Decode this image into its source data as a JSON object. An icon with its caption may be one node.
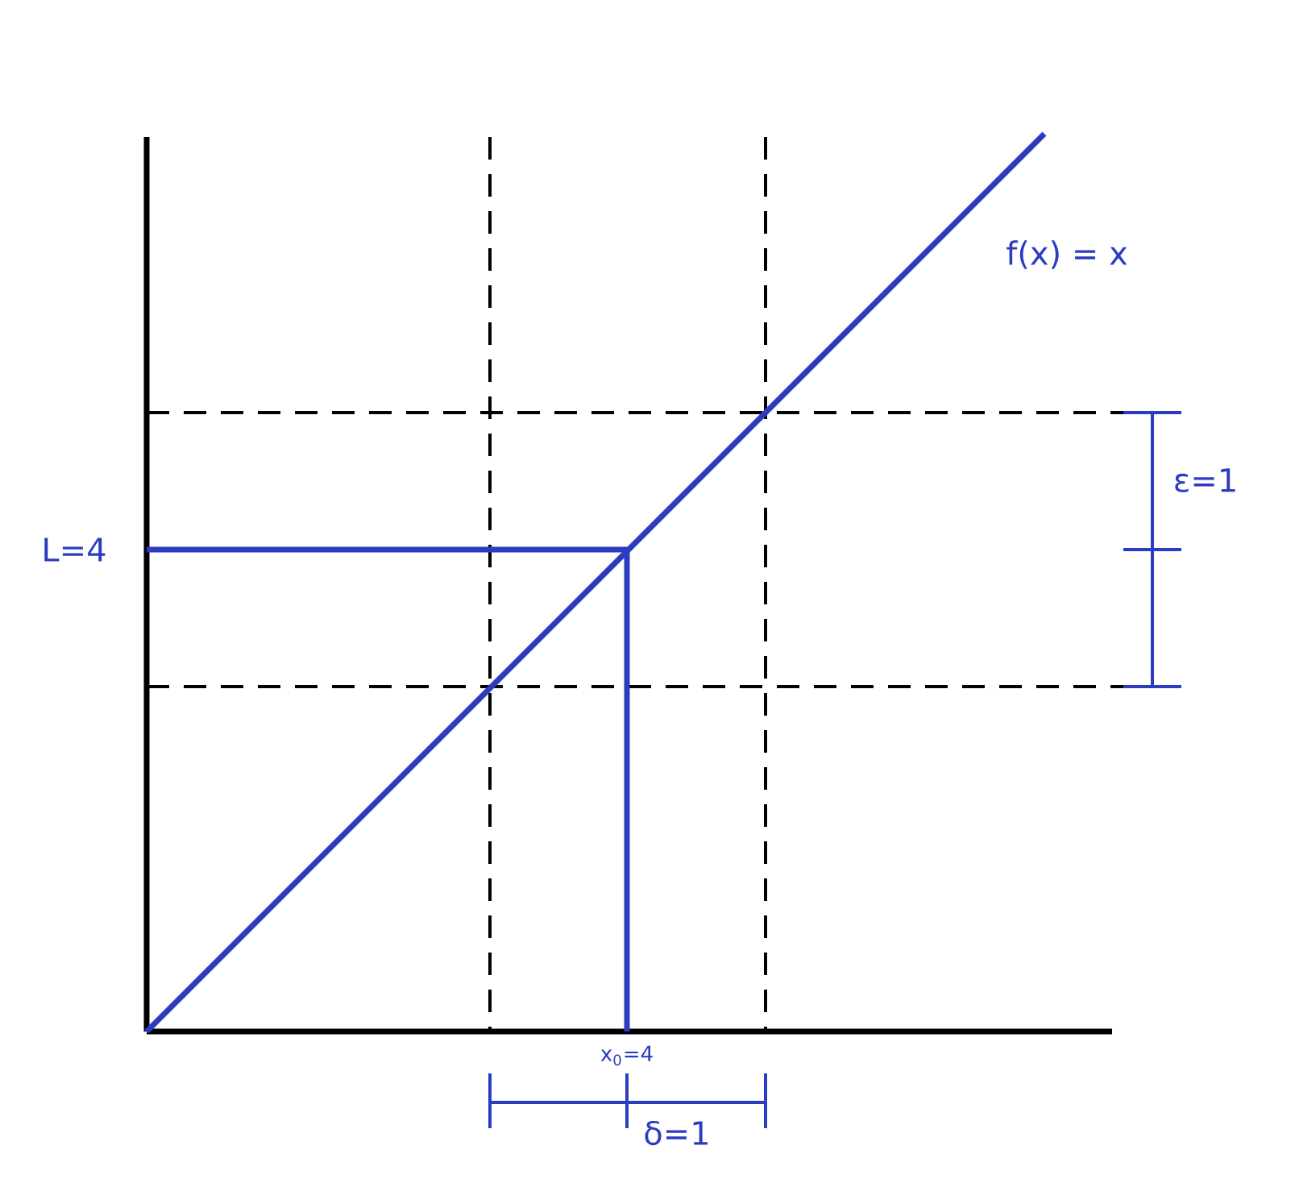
{
  "diagram": {
    "labels": [
      "f(x) = x",
      "L=4",
      "ε=1",
      "x$_{0}$=4",
      "δ=1"
    ]
  }
}
